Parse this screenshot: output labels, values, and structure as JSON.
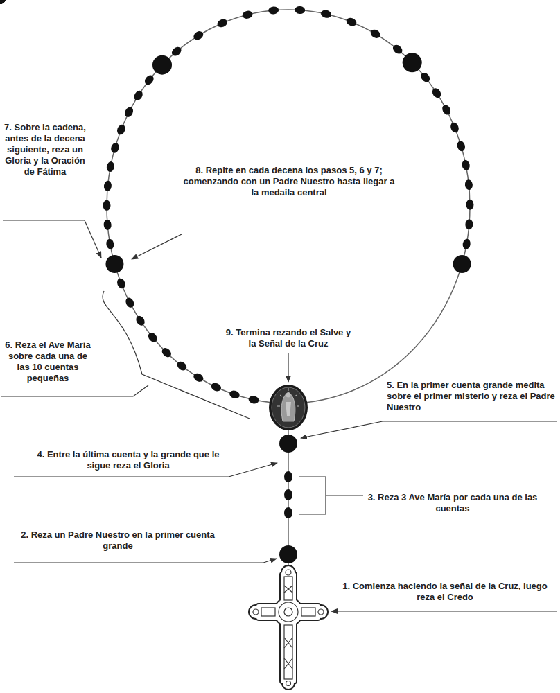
{
  "diagram": {
    "labels": [
      "7. Sobre la cadena, antes de la decena siguiente, reza un Gloria y la Oración de Fátima",
      "8. Repite en cada decena los pasos 5, 6 y 7; comenzando con un Padre Nuestro hasta llegar a la medaila central",
      "6. Reza el Ave María sobre cada una de las 10 cuentas pequeñas",
      "9. Termina rezando el Salve y la Señal de la Cruz",
      "5. En la primer cuenta grande medita sobre el primer misterio y reza el Padre Nuestro",
      "4. Entre la última cuenta y la grande que le sigue reza el Gloria",
      "3. Reza 3 Ave María por cada una de las cuentas",
      "2. Reza un Padre Nuestro en la primer cuenta grande",
      "1. Comienza haciendo la señal de la Cruz, luego reza el Credo"
    ]
  }
}
